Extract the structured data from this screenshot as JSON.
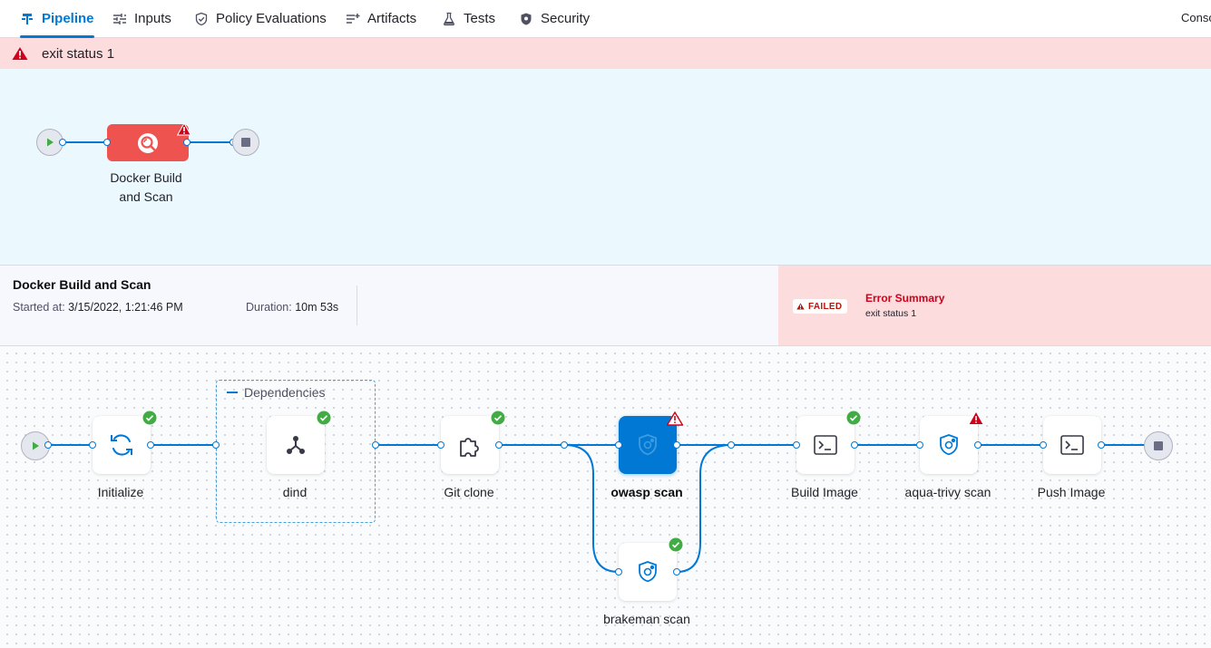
{
  "tabs": [
    {
      "label": "Pipeline",
      "icon": "pipeline-icon",
      "active": true
    },
    {
      "label": "Inputs",
      "icon": "inputs-icon"
    },
    {
      "label": "Policy Evaluations",
      "icon": "policy-icon"
    },
    {
      "label": "Artifacts",
      "icon": "artifacts-icon"
    },
    {
      "label": "Tests",
      "icon": "flask-icon"
    },
    {
      "label": "Security",
      "icon": "shield-icon"
    }
  ],
  "console_label": "Conso",
  "error_banner": {
    "message": "exit status 1",
    "icon": "warning-icon"
  },
  "stage": {
    "name_line1": "Docker Build",
    "name_line2": "and Scan",
    "status": "failed",
    "icon": "scan-icon"
  },
  "details": {
    "title": "Docker Build and Scan",
    "started_label": "Started at:",
    "started_value": "3/15/2022, 1:21:46 PM",
    "duration_label": "Duration:",
    "duration_value": "10m 53s"
  },
  "error_summary": {
    "badge": "FAILED",
    "heading": "Error Summary",
    "detail": "exit status 1"
  },
  "dependencies_label": "Dependencies",
  "steps": [
    {
      "id": "initialize",
      "label": "Initialize",
      "status": "success",
      "icon": "refresh-icon"
    },
    {
      "id": "dind",
      "label": "dind",
      "status": "success",
      "icon": "dependency-icon"
    },
    {
      "id": "git-clone",
      "label": "Git clone",
      "status": "success",
      "icon": "plugin-icon"
    },
    {
      "id": "owasp-scan",
      "label": "owasp scan",
      "status": "failed",
      "icon": "security-scan-icon",
      "selected": true
    },
    {
      "id": "brakeman-scan",
      "label": "brakeman scan",
      "status": "success",
      "icon": "security-scan-icon"
    },
    {
      "id": "build-image",
      "label": "Build Image",
      "status": "success",
      "icon": "terminal-icon"
    },
    {
      "id": "aqua-trivy-scan",
      "label": "aqua-trivy scan",
      "status": "failed",
      "icon": "security-scan-icon"
    },
    {
      "id": "push-image",
      "label": "Push Image",
      "status": "pending",
      "icon": "terminal-icon"
    }
  ],
  "colors": {
    "accent": "#0278d5",
    "error": "#ef5350",
    "error_bg": "#fcdcdc",
    "success": "#42ab45",
    "failed": "#d0021b"
  }
}
